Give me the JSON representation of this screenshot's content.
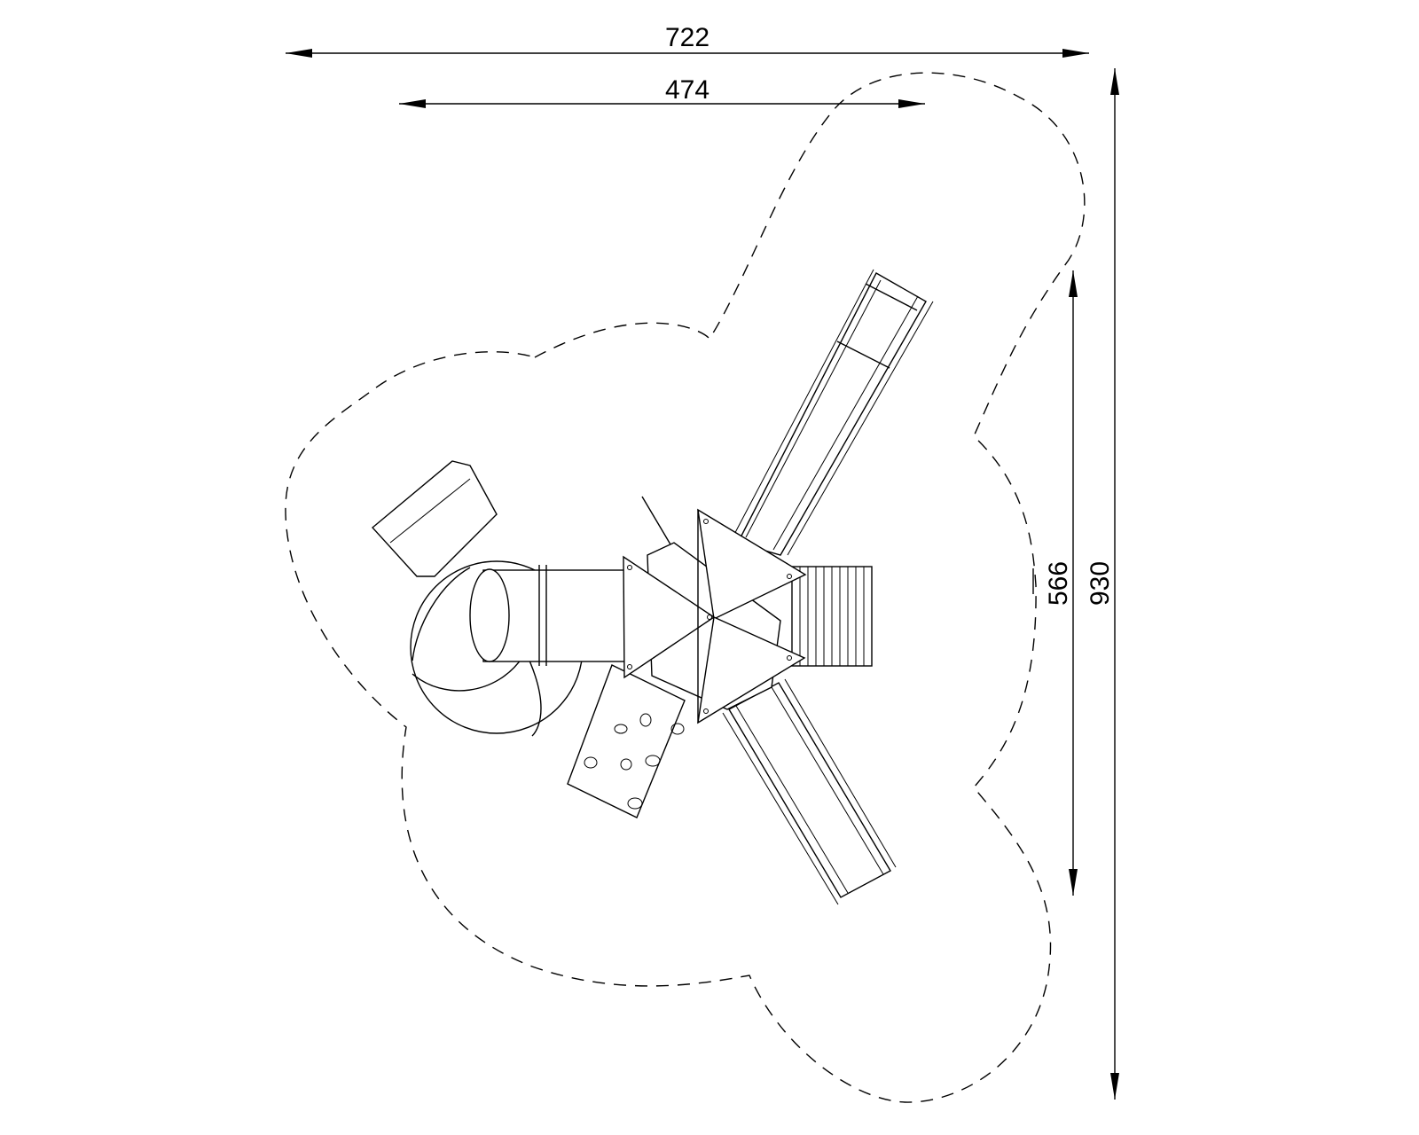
{
  "drawing": {
    "dimensions": {
      "overall_width": "722",
      "inner_width": "474",
      "inner_height": "566",
      "overall_height": "930"
    },
    "line_color": "#000000",
    "background_color": "#ffffff"
  }
}
